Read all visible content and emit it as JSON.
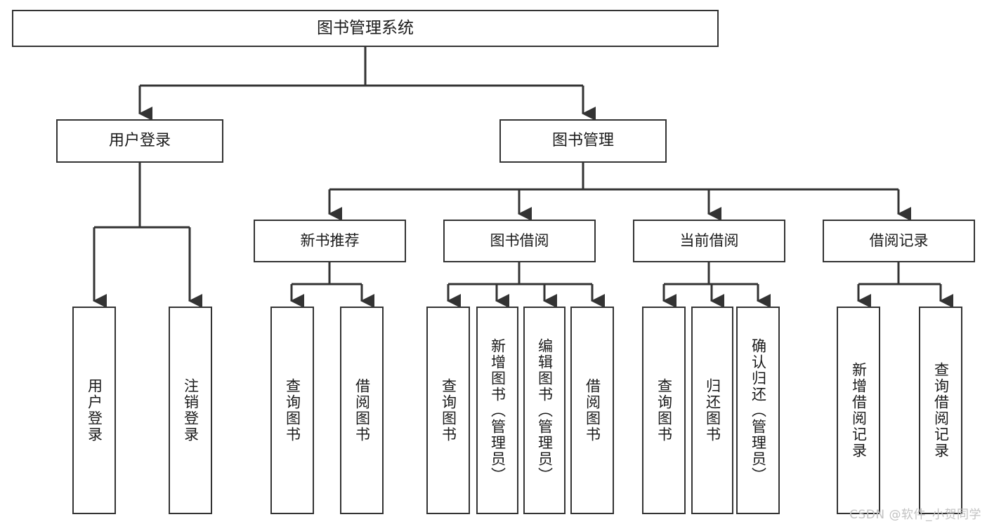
{
  "diagram": {
    "type": "tree-hierarchy-chart",
    "title": "图书管理系统",
    "watermark": "CSDN @软件_小贺同学",
    "colors": {
      "box_border": "#333333",
      "box_fill": "#ffffff",
      "connector": "#333333",
      "text": "#1a1a1a",
      "watermark": "#c2c2c2"
    },
    "nodes": {
      "root": {
        "label": "图书管理系统",
        "level": 0
      },
      "level1": [
        {
          "id": "user-login",
          "label": "用户登录"
        },
        {
          "id": "book-management",
          "label": "图书管理"
        }
      ],
      "level2": [
        {
          "id": "new-book-recommend",
          "label": "新书推荐",
          "parent": "book-management"
        },
        {
          "id": "book-borrow",
          "label": "图书借阅",
          "parent": "book-management"
        },
        {
          "id": "current-borrow",
          "label": "当前借阅",
          "parent": "book-management"
        },
        {
          "id": "borrow-record",
          "label": "借阅记录",
          "parent": "book-management"
        }
      ],
      "leaves": {
        "user-login": [
          {
            "id": "leaf-user-login",
            "label": "用户登录"
          },
          {
            "id": "leaf-logout-login",
            "label": "注销登录"
          }
        ],
        "new-book-recommend": [
          {
            "id": "leaf-query-book-1",
            "label": "查询图书"
          },
          {
            "id": "leaf-borrow-book-1",
            "label": "借阅图书"
          }
        ],
        "book-borrow": [
          {
            "id": "leaf-query-book-2",
            "label": "查询图书"
          },
          {
            "id": "leaf-add-book",
            "label": "新增图书（管理员）"
          },
          {
            "id": "leaf-edit-book",
            "label": "编辑图书（管理员）"
          },
          {
            "id": "leaf-borrow-book-2",
            "label": "借阅图书"
          }
        ],
        "current-borrow": [
          {
            "id": "leaf-query-book-3",
            "label": "查询图书"
          },
          {
            "id": "leaf-return-book",
            "label": "归还图书"
          },
          {
            "id": "leaf-confirm-return",
            "label": "确认归还（管理员）"
          }
        ],
        "borrow-record": [
          {
            "id": "leaf-add-record",
            "label": "新增借阅记录"
          },
          {
            "id": "leaf-query-record",
            "label": "查询借阅记录"
          }
        ]
      }
    }
  }
}
